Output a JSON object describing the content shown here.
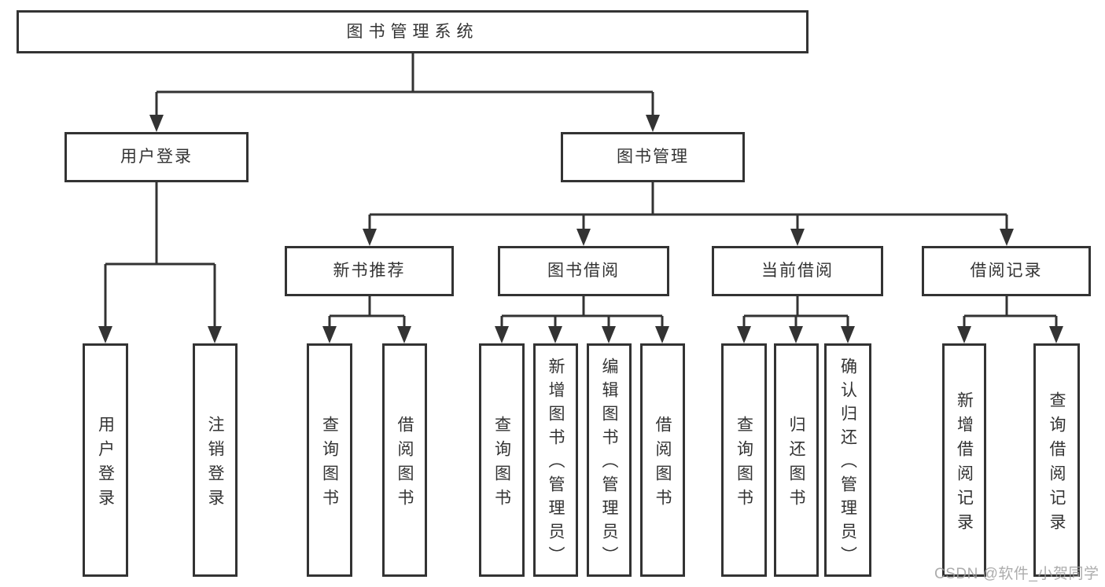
{
  "diagram_type": "functional-structure-tree",
  "colors": {
    "line": "#333333",
    "border": "#333333",
    "text": "#333333",
    "background": "#ffffff",
    "watermark": "#9e9e9e"
  },
  "tree": {
    "root": "图书管理系统",
    "branches": [
      {
        "label": "用户登录",
        "children": [
          "用户登录",
          "注销登录"
        ]
      },
      {
        "label": "图书管理",
        "groups": [
          {
            "label": "新书推荐",
            "children": [
              "查询图书",
              "借阅图书"
            ]
          },
          {
            "label": "图书借阅",
            "children": [
              "查询图书",
              "新增图书（管理员）",
              "编辑图书（管理员）",
              "借阅图书"
            ]
          },
          {
            "label": "当前借阅",
            "children": [
              "查询图书",
              "归还图书",
              "确认归还（管理员）"
            ]
          },
          {
            "label": "借阅记录",
            "children": [
              "新增借阅记录",
              "查询借阅记录"
            ]
          }
        ]
      }
    ]
  },
  "watermark": "CSDN @软件_小贺同学"
}
